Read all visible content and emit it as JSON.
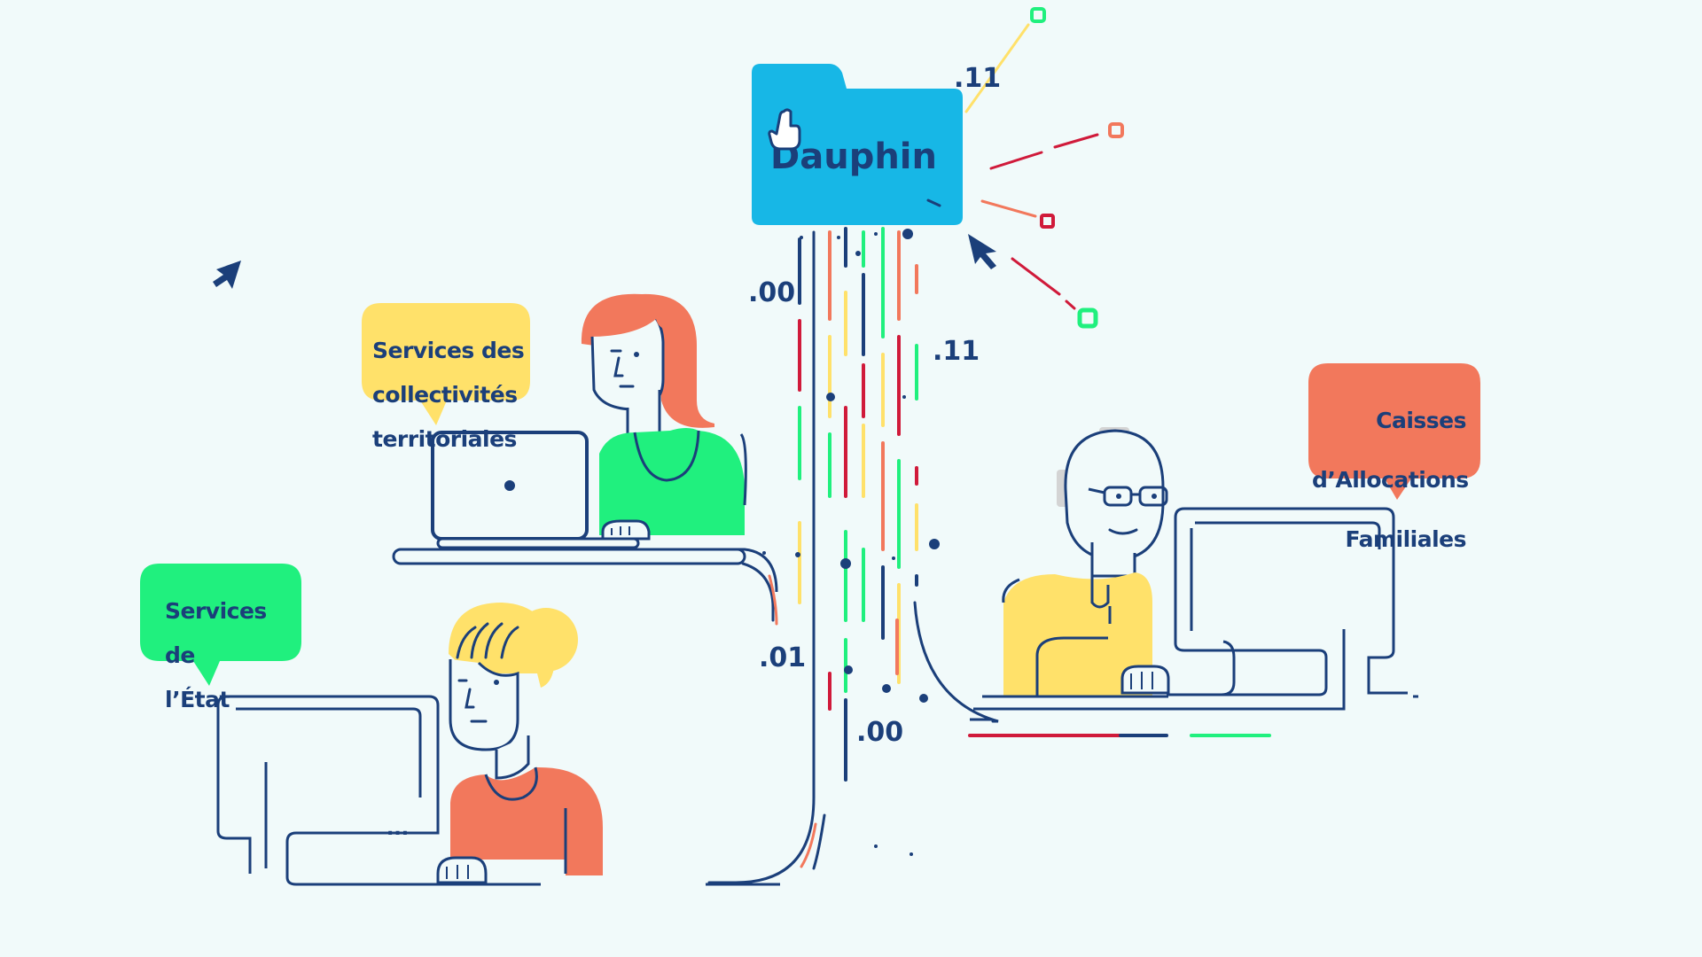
{
  "folder": {
    "label": "Dauphin"
  },
  "binary_codes": [
    ".11",
    ".00",
    ".11",
    ".01",
    ".00"
  ],
  "bubbles": {
    "collectivites": {
      "line1": "Services des",
      "line2": "collectivités",
      "line3": "territoriales"
    },
    "etat": {
      "line1": "Services",
      "line2": "de",
      "line3": "l’État"
    },
    "caf": {
      "line1": "Caisses",
      "line2": "d’Allocations",
      "line3": "Familiales"
    }
  },
  "screen_text": {
    "ellipsis": "..."
  },
  "colors": {
    "background": "#f1fafa",
    "navy": "#1b3f7a",
    "folder_blue": "#17b7e6",
    "yellow": "#ffe16a",
    "green": "#20f07e",
    "coral": "#f2785c",
    "red": "#d01a3a"
  },
  "icons": [
    "hand-cursor-icon",
    "arrow-cursor-icon"
  ]
}
